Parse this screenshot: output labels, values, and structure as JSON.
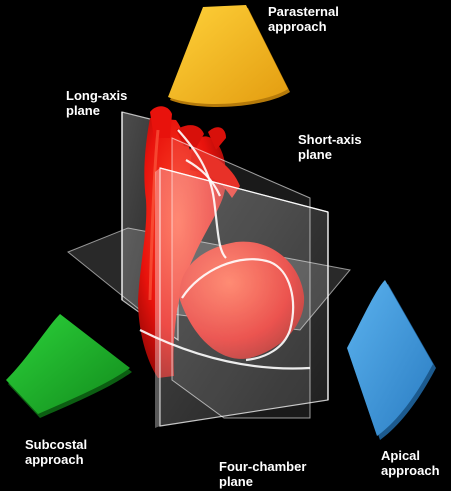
{
  "labels": {
    "parasternal": [
      "Parasternal",
      "approach"
    ],
    "long_axis": [
      "Long-axis",
      "plane"
    ],
    "short_axis": [
      "Short-axis",
      "plane"
    ],
    "subcostal": [
      "Subcostal",
      "approach"
    ],
    "four_chamber": [
      "Four-chamber",
      "plane"
    ],
    "apical": [
      "Apical",
      "approach"
    ]
  },
  "colors": {
    "background": "#000000",
    "heart": "#e8120c",
    "parasternal_fan": "#f2b21c",
    "subcostal_fan": "#1fae2a",
    "apical_fan": "#3f9ad8",
    "plane": "#ffffff",
    "label_text": "#ffffff"
  }
}
